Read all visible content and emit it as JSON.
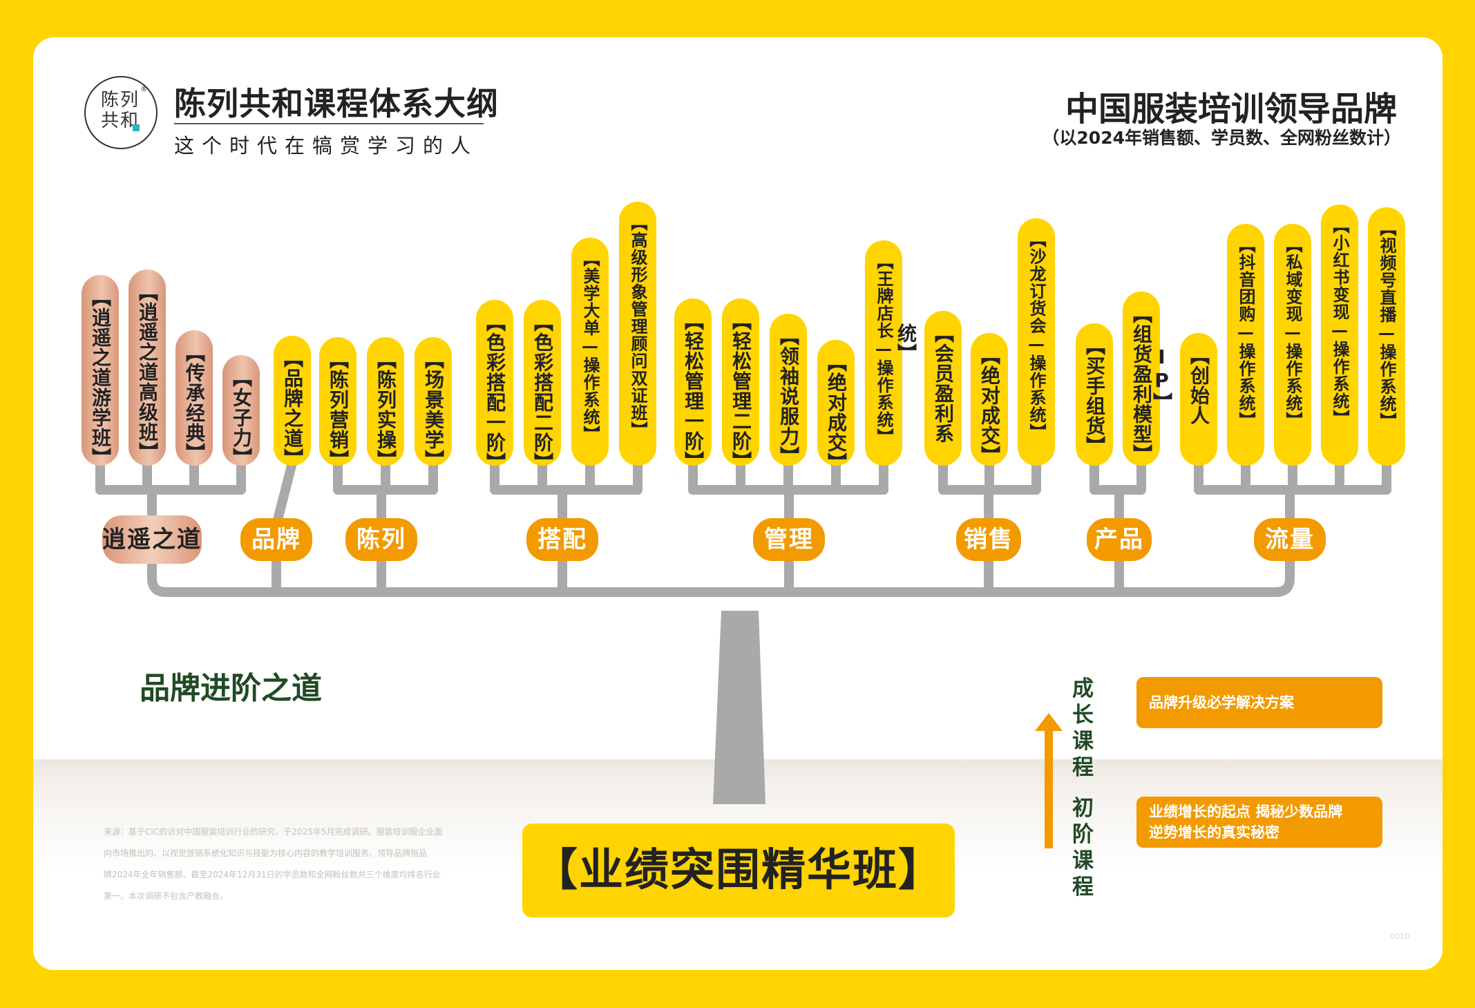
{
  "header": {
    "logo_glyphs": "陈列共和",
    "org_title": "陈列共和课程体系大纲",
    "org_subtitle": "这个时代在犒赏学习的人",
    "claim_title": "中国服装培训领导品牌",
    "claim_subtitle": "（以2024年销售额、学员数、全网粉丝数计）"
  },
  "colors": {
    "background": "#FFD400",
    "pill_yellow": "#FFD400",
    "category_orange": "#F29A00",
    "category_peach": "#E0A588",
    "branch_gray": "#A9A9A9",
    "heading_green": "#1F4A25"
  },
  "tree": {
    "groups": [
      {
        "category": "逍遥之道",
        "style": "peach",
        "courses": [
          "【逍遥之道游学班】",
          "【逍遥之道高级班】",
          "【传承经典】",
          "【女子力】"
        ]
      },
      {
        "category": "品牌",
        "style": "orange",
        "courses": [
          "【品牌之道】"
        ]
      },
      {
        "category": "陈列",
        "style": "orange",
        "courses": [
          "【陈列营销】",
          "【陈列实操】",
          "【场景美学】"
        ]
      },
      {
        "category": "搭配",
        "style": "orange",
        "courses": [
          "【色彩搭配一阶】",
          "【色彩搭配二阶】",
          "【美学大单—操作系统】",
          "【高级形象管理顾问双证班】"
        ]
      },
      {
        "category": "管理",
        "style": "orange",
        "courses": [
          "【轻松管理一阶】",
          "【轻松管理二阶】",
          "【领袖说服力】",
          "【绝对成交】",
          "【王牌店长—操作系统】"
        ]
      },
      {
        "category": "销售",
        "style": "orange",
        "courses": [
          "【会员盈利系统】",
          "【绝对成交】",
          "【沙龙订货会—操作系统】"
        ]
      },
      {
        "category": "产品",
        "style": "orange",
        "courses": [
          "【买手组货】",
          "【组货盈利模型】"
        ]
      },
      {
        "category": "流量",
        "style": "orange",
        "courses": [
          "【创始人IP】",
          "【抖音团购—操作系统】",
          "【私域变现—操作系统】",
          "【小红书变现—操作系统】",
          "【视频号直播—操作系统】"
        ]
      }
    ]
  },
  "section_title": "品牌进阶之道",
  "main_course": "【业绩突围精华班】",
  "levels": [
    {
      "label": "成长课程",
      "description_lines": [
        "品牌升级必学解决方案"
      ]
    },
    {
      "label": "初阶课程",
      "description_lines": [
        "业绩增长的起点 揭秘少数品牌",
        "逆势增长的真实秘密"
      ]
    }
  ],
  "source_note": [
    "来源：基于CIC的访对中国服装培训行业的研究，于2025年5月完成调研。服装培训服企业面",
    "向市场推出的、以视觉营销系统化知识与技能为核心内容的教学培训服务。领导品牌指品",
    "牌2024年全年销售额、截至2024年12月31日的学员数和全网粉丝数共三个维度均排名行业",
    "第一。本次调研不包含产教融合。"
  ],
  "page_mark": "0010"
}
